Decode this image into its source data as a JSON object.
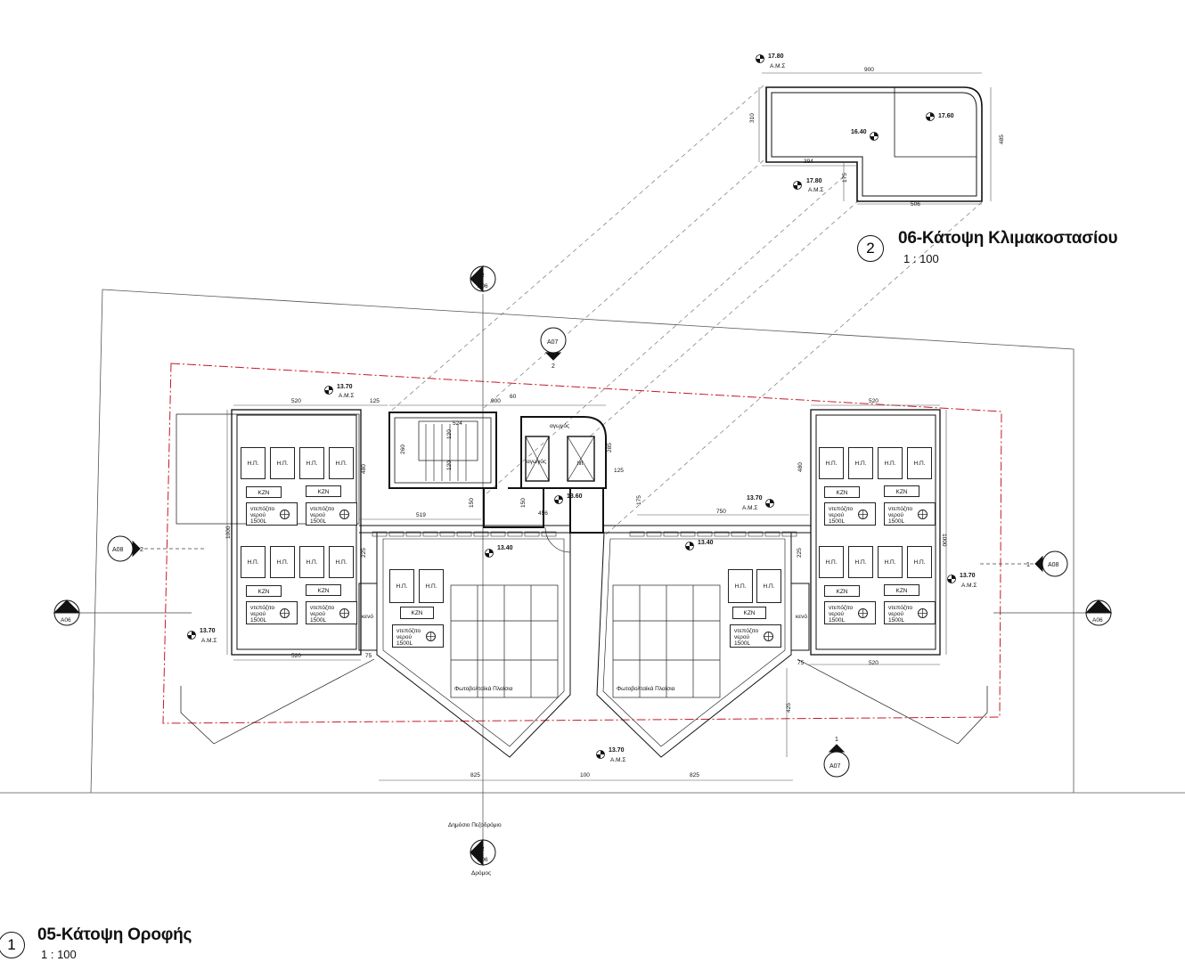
{
  "views": {
    "roof": {
      "number": "1",
      "title": "05-Κάτοψη Οροφής",
      "scale": "1 : 100"
    },
    "stair": {
      "number": "2",
      "title": "06-Κάτοψη Κλιμακοστασίου",
      "scale": "1 : 100"
    }
  },
  "levels": {
    "amsl": "Α.Μ.Σ",
    "l1780": "17.80",
    "l1760": "17.60",
    "l1640": "16.40",
    "l1370": "13.70",
    "l1360": "13.60",
    "l1340": "13.40"
  },
  "dims": {
    "d900": "900",
    "d310": "310",
    "d485": "485",
    "d394": "394",
    "d175": "175",
    "d506": "506",
    "d520": "520",
    "d125": "125",
    "d60": "60",
    "d524": "524",
    "d260": "260",
    "d120": "120",
    "d285": "285",
    "d480": "480",
    "d1000": "1000",
    "d519": "519",
    "d150": "150",
    "d456": "456",
    "d750": "750",
    "d225": "225",
    "d75": "75",
    "d425": "425",
    "d825": "825",
    "d100": "100"
  },
  "sections": {
    "s2": "2",
    "s1": "1",
    "a06": "A06",
    "a07": "A07",
    "a08": "A08"
  },
  "labels": {
    "hp": "Η.Π.",
    "kzn": "ΚΖΝ",
    "tank1": "ντεπόζιτο",
    "tank2": "νερού",
    "tank3": "1500L",
    "kenos": "κενό",
    "duct": "αγωγός",
    "lift": "lift",
    "pv": "Φωτοβολταϊκά Πλαίσια",
    "sidewalk": "Δημόσιο Πεζοδρόμιο",
    "road": "Δρόμος"
  }
}
